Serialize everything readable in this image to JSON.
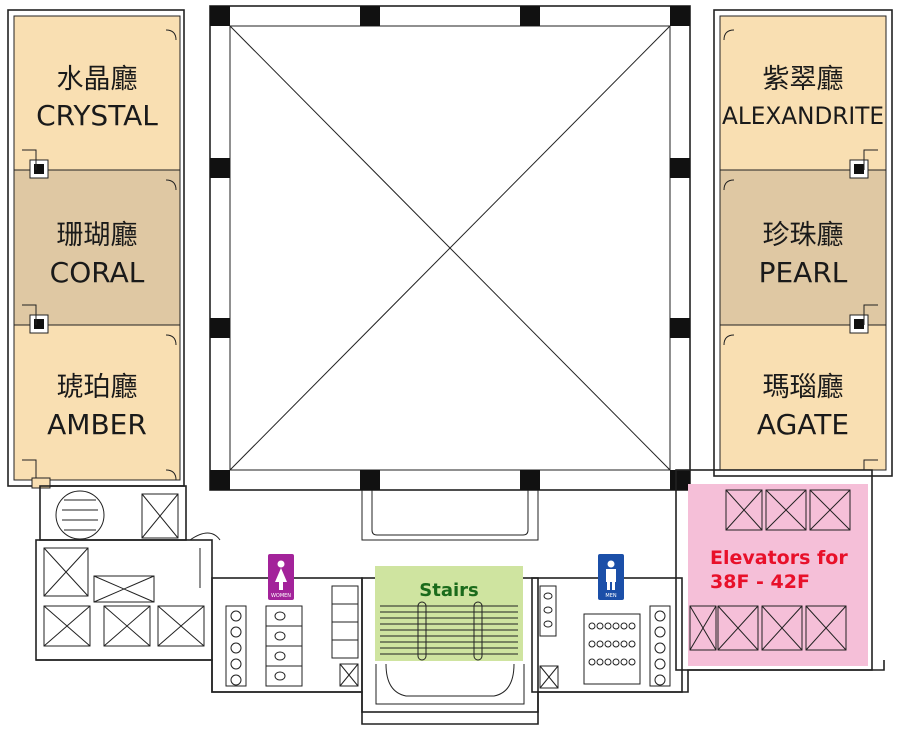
{
  "rooms": {
    "crystal": {
      "zh": "水晶廳",
      "en": "CRYSTAL"
    },
    "coral": {
      "zh": "珊瑚廳",
      "en": "CORAL"
    },
    "amber": {
      "zh": "琥珀廳",
      "en": "AMBER"
    },
    "alexandrite": {
      "zh": "紫翠廳",
      "en": "ALEXANDRITE"
    },
    "pearl": {
      "zh": "珍珠廳",
      "en": "PEARL"
    },
    "agate": {
      "zh": "瑪瑙廳",
      "en": "AGATE"
    }
  },
  "stairs": {
    "label": "Stairs"
  },
  "elevators": {
    "line1": "Elevators for",
    "line2": "38F - 42F"
  },
  "restrooms": {
    "women": {
      "sign_text": "WOMEN"
    },
    "men": {
      "sign_text": "MEN"
    }
  },
  "colors": {
    "room_light": "#f9dfb2",
    "room_dark": "#dfc8a3",
    "stairs_highlight": "#cfe4a0",
    "elevator_highlight": "#f5bfd8",
    "women_sign": "#a3239a",
    "men_sign": "#1b4fa8"
  }
}
